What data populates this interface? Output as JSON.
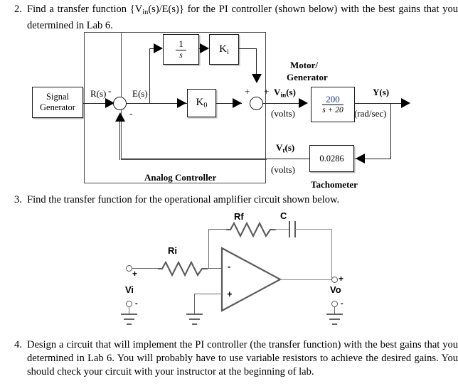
{
  "questions": [
    {
      "number": "2.",
      "text_html": "Find a transfer function {V<sub>in</sub>(s)/E(s)}  for the PI controller (shown below) with the best gains that you determined in Lab 6."
    },
    {
      "number": "3.",
      "text_html": "Find the transfer function for the operational amplifier circuit shown below."
    },
    {
      "number": "4.",
      "text_html": "Design a circuit that will implement the PI controller (the transfer function) with the best gains that you determined in Lab 6. You will probably have to use variable resistors to achieve the desired gains. You should check your circuit with your instructor at the beginning of lab."
    }
  ],
  "block_diagram": {
    "signal_generator": {
      "line1": "Signal",
      "line2": "Generator"
    },
    "frame_label": "Analog Controller",
    "integrator_block": {
      "numerator": "1",
      "denominator": "s"
    },
    "ki_block": {
      "label": "K",
      "subscript": "i"
    },
    "k0_block": {
      "label": "K",
      "subscript": "0"
    },
    "motor_block": {
      "title_line1": "Motor/",
      "title_line2": "Generator",
      "numerator": "200",
      "denominator": "s + 20"
    },
    "tachometer_block": {
      "gain": "0.0286",
      "caption": "Tachometer"
    },
    "signals": {
      "r": "R(s)",
      "e": "E(s)",
      "vin": "V",
      "vin_sub": "in",
      "vin_tail": "(s)",
      "vin_units": "(volts)",
      "y": "Y(s)",
      "y_units": "(rad/sec)",
      "vt": "V",
      "vt_sub": "t",
      "vt_tail": "(s)",
      "vt_units": "(volts)"
    },
    "sum1_signs": {
      "top": "-",
      "bottom": "-"
    },
    "sum2_signs": {
      "left": "+",
      "right": "+"
    }
  },
  "opamp_circuit": {
    "rf_label": "Rf",
    "c_label": "C",
    "ri_label": "Ri",
    "vi_label": "Vi",
    "vo_label": "Vo",
    "inverting_sign": "-",
    "noninverting_sign": "+",
    "vi_plus": "+",
    "vi_minus": "-",
    "vo_plus": "+",
    "vo_minus": "-"
  }
}
